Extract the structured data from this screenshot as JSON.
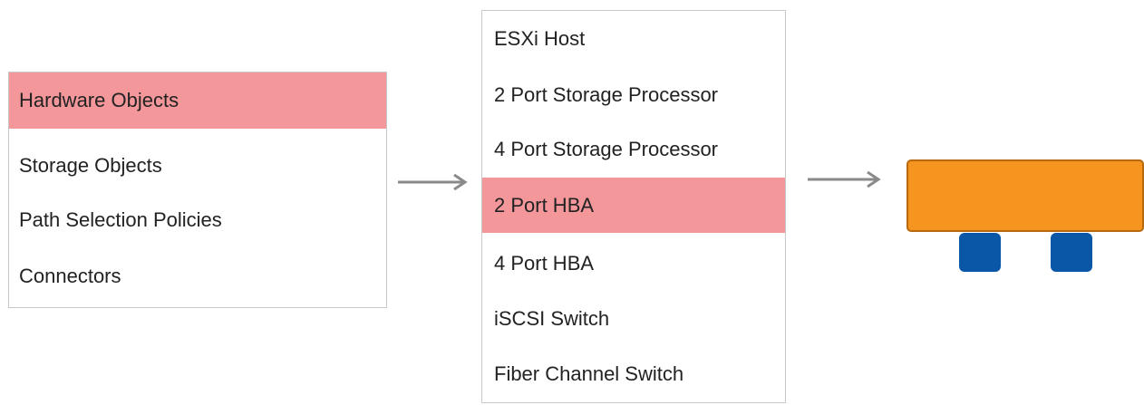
{
  "categories": {
    "items": [
      {
        "label": "Hardware Objects",
        "selected": true
      },
      {
        "label": "Storage Objects",
        "selected": false
      },
      {
        "label": "Path Selection Policies",
        "selected": false
      },
      {
        "label": "Connectors",
        "selected": false
      }
    ]
  },
  "objects": {
    "items": [
      {
        "label": "ESXi Host",
        "selected": false
      },
      {
        "label": "2 Port Storage Processor",
        "selected": false
      },
      {
        "label": "4 Port Storage Processor",
        "selected": false
      },
      {
        "label": "2 Port HBA",
        "selected": true
      },
      {
        "label": "4 Port HBA",
        "selected": false
      },
      {
        "label": "iSCSI Switch",
        "selected": false
      },
      {
        "label": "Fiber Channel Switch",
        "selected": false
      }
    ]
  },
  "preview": {
    "icon": "hba-2-port-icon",
    "body_color": "#f5951f",
    "port_color": "#0b57a7"
  },
  "colors": {
    "selected": "#f4979b",
    "arrow": "#8a8a8a"
  }
}
